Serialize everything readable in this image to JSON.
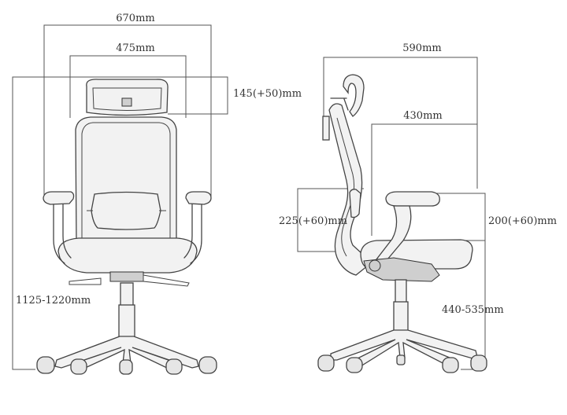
{
  "diagram": {
    "front_view": {
      "overall_width": "670mm",
      "seat_back_width": "475mm",
      "headrest_adjustment": "145(+50)mm",
      "overall_height": "1125-1220mm"
    },
    "side_view": {
      "overall_depth": "590mm",
      "seat_depth": "430mm",
      "lumbar_adjustment": "225(+60)mm",
      "armrest_adjustment": "200(+60)mm",
      "seat_height": "440-535mm"
    }
  }
}
